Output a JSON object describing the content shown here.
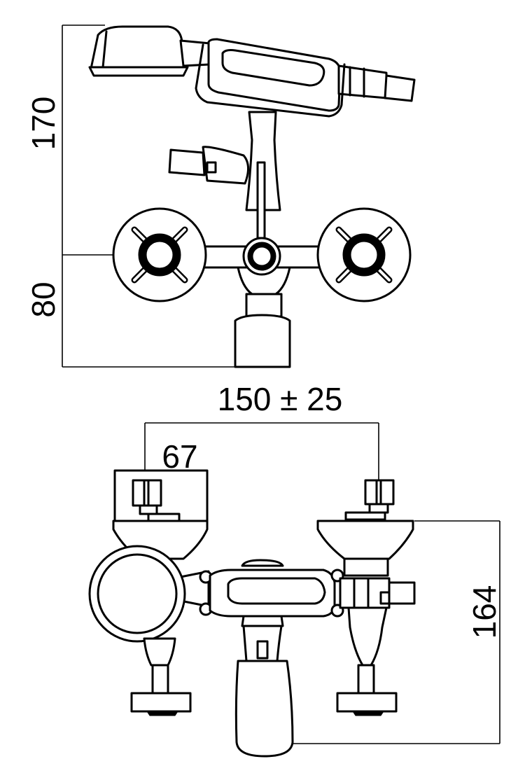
{
  "diagram": {
    "type": "technical-drawing",
    "subject": "bath mixer with hand shower",
    "dimensions": {
      "top_view_height_upper": "170",
      "top_view_height_lower": "80",
      "centre_distance": "150 ± 25",
      "spout_offset": "67",
      "front_view_height": "164"
    }
  }
}
